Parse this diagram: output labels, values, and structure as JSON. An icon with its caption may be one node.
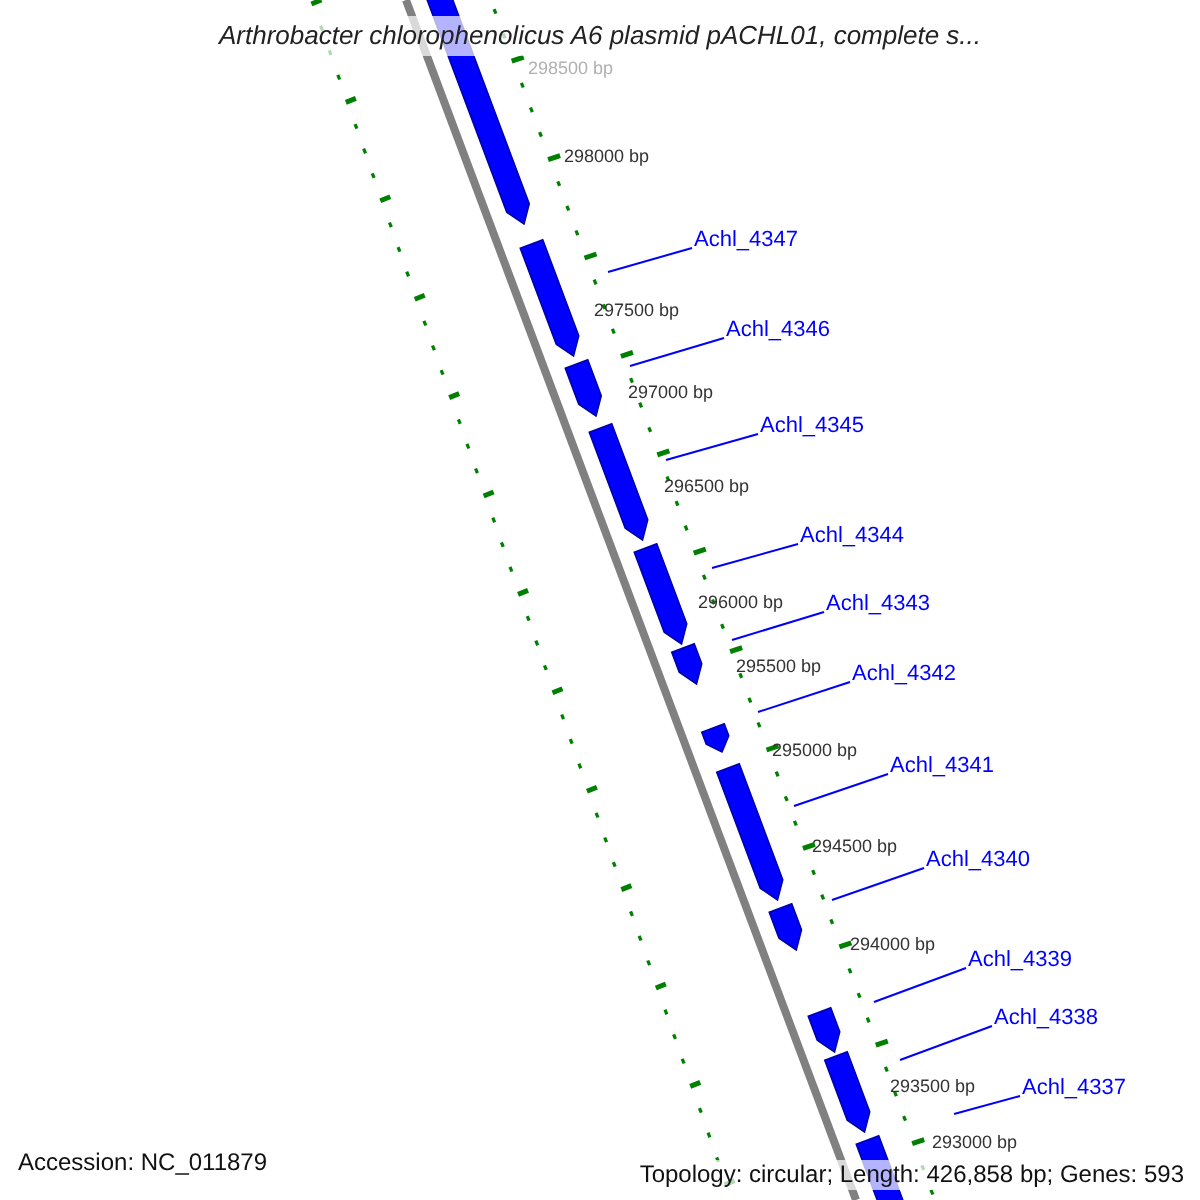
{
  "diagram": {
    "title": "Arthrobacter chlorophenolicus A6 plasmid pACHL01, complete s...",
    "nodes": [
      {
        "text": [
          "Achl_4347"
        ]
      },
      {
        "text": [
          "Achl_4346"
        ]
      },
      {
        "text": [
          "Achl_4345"
        ]
      },
      {
        "text": [
          "Achl_4344"
        ]
      },
      {
        "text": [
          "Achl_4343"
        ]
      },
      {
        "text": [
          "Achl_4342"
        ]
      },
      {
        "text": [
          "Achl_4341"
        ]
      },
      {
        "text": [
          "Achl_4340"
        ]
      },
      {
        "text": [
          "Achl_4339"
        ]
      },
      {
        "text": [
          "Achl_4338"
        ]
      },
      {
        "text": [
          "Achl_4337"
        ]
      }
    ],
    "edges": [
      {
        "from": 0,
        "to": null,
        "arrow": "none"
      },
      {
        "from": 1,
        "to": null,
        "arrow": "none"
      },
      {
        "from": 2,
        "to": null,
        "arrow": "none"
      },
      {
        "from": 3,
        "to": null,
        "arrow": "none"
      },
      {
        "from": 4,
        "to": null,
        "arrow": "none"
      },
      {
        "from": 5,
        "to": null,
        "arrow": "none"
      },
      {
        "from": 6,
        "to": null,
        "arrow": "none"
      },
      {
        "from": 7,
        "to": null,
        "arrow": "none"
      },
      {
        "from": 8,
        "to": null,
        "arrow": "none"
      },
      {
        "from": 9,
        "to": null,
        "arrow": "none"
      },
      {
        "from": 10,
        "to": null,
        "arrow": "none"
      }
    ],
    "labels": [
      "298500 bp",
      "298000 bp",
      "297500 bp",
      "297000 bp",
      "296500 bp",
      "296000 bp",
      "295500 bp",
      "295000 bp",
      "294500 bp",
      "294000 bp",
      "293500 bp",
      "293000 bp",
      "Accession: NC_011879",
      "Topology: circular; Length: 426,858 bp; Genes: 593"
    ]
  }
}
